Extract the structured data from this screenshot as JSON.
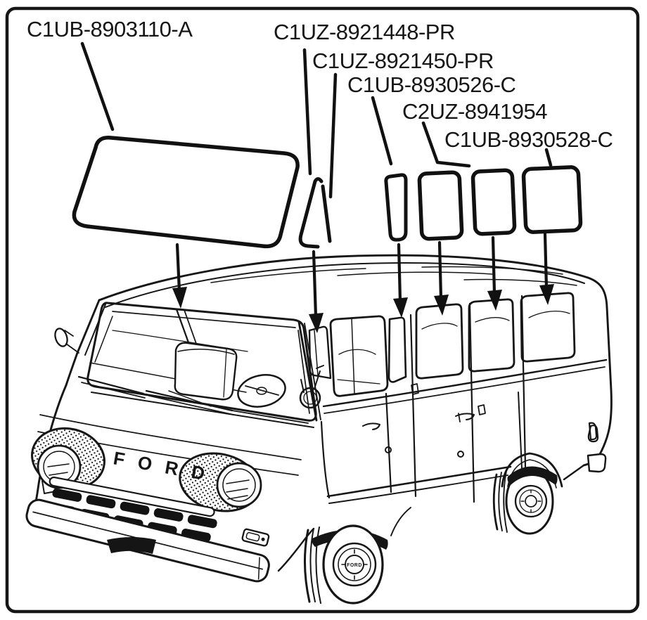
{
  "figure": {
    "background": "#ffffff",
    "line_color": "#161616",
    "description": "Exploded glass parts diagram of a first-generation Ford Econoline window van: windshield, vent window and four side window glasses shown above the vehicle with arrows to their installed positions"
  },
  "labels": [
    {
      "name": "windshield-glass",
      "part_number": "C1UB-8903110-A"
    },
    {
      "name": "vent-window-assembly",
      "part_number": "C1UZ-8921448-PR"
    },
    {
      "name": "vent-window-glass",
      "part_number": "C1UZ-8921450-PR"
    },
    {
      "name": "front-side-window-glass",
      "part_number": "C1UB-8930526-C"
    },
    {
      "name": "center-side-window-glass",
      "part_number": "C2UZ-8941954"
    },
    {
      "name": "rear-side-window-glass",
      "part_number": "C1UB-8930528-C"
    }
  ],
  "van": {
    "badge": "F O R D",
    "hubcap_text": "FORD"
  }
}
